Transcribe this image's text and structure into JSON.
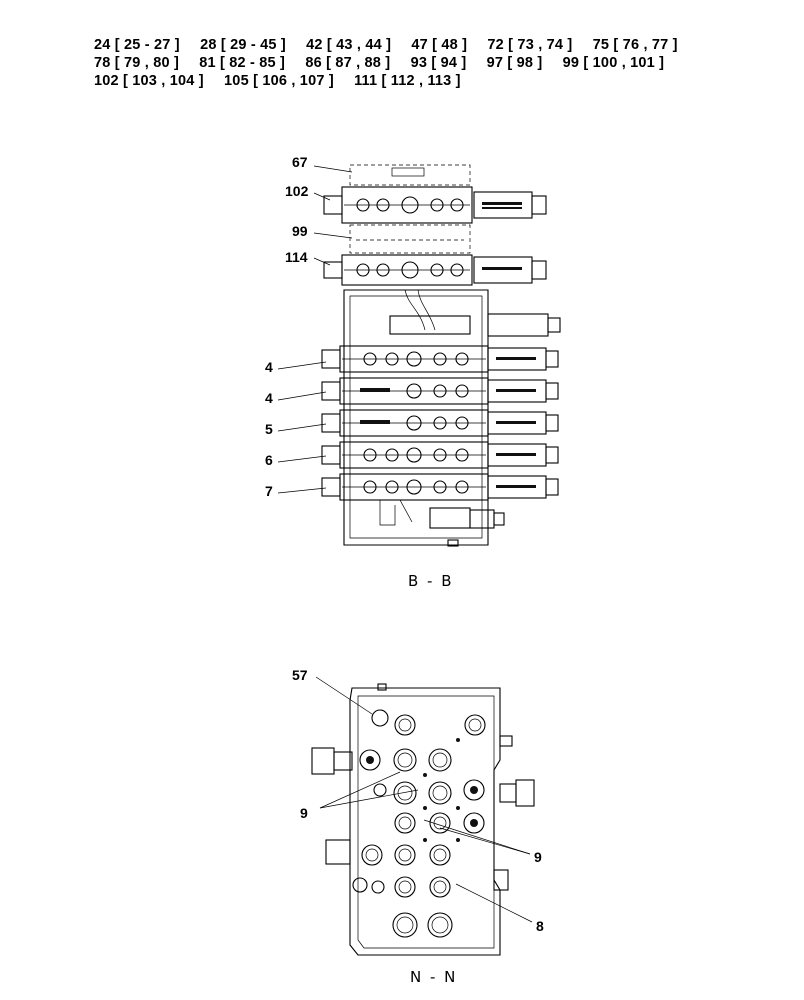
{
  "header": {
    "rows": [
      [
        "24 [ 25 - 27 ]",
        "28 [ 29 - 45 ]",
        "42 [ 43 , 44 ]",
        "47 [ 48 ]",
        "72 [ 73 , 74 ]",
        "75 [ 76 , 77 ]"
      ],
      [
        "78 [ 79 , 80 ]",
        "81 [ 82 - 85 ]",
        "86 [ 87 , 88 ]",
        "93 [ 94 ]",
        "97 [ 98 ]",
        "99 [ 100 , 101 ]"
      ],
      [
        "102 [ 103 , 104 ]",
        "105 [ 106 , 107 ]",
        "111 [ 112 , 113 ]"
      ]
    ]
  },
  "view_bb": {
    "section_label": "B - B",
    "callouts": [
      "67",
      "102",
      "99",
      "114",
      "4",
      "4",
      "5",
      "6",
      "7"
    ]
  },
  "view_nn": {
    "section_label": "N - N",
    "callouts": [
      "57",
      "9",
      "9",
      "8"
    ]
  }
}
